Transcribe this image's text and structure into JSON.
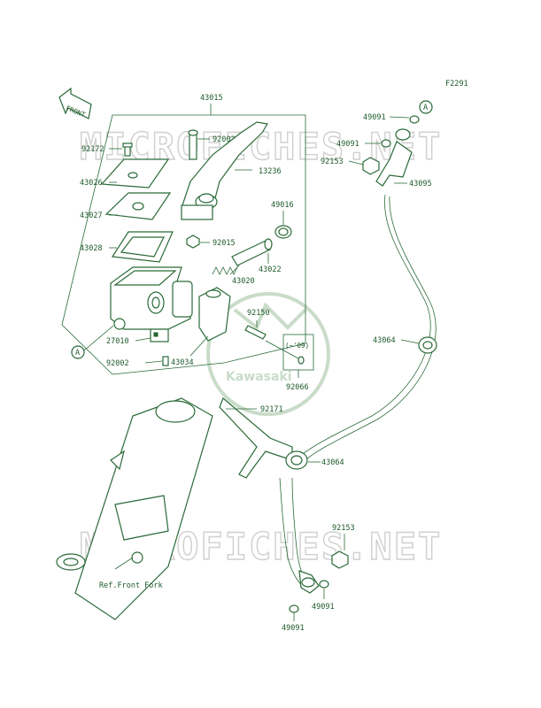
{
  "diagram": {
    "figure_code": "F2291",
    "front_arrow": "FRONT",
    "ref_label": "Ref.Front Fork",
    "model_note": "(~'09)",
    "callout_a": "A",
    "watermark": "MICROFICHES.NET",
    "logo_text": "Kawasaki",
    "parts": {
      "p43015": "43015",
      "p92002A": "92002A",
      "p92172": "92172",
      "p13236": "13236",
      "p43026": "43026",
      "p43027": "43027",
      "p49016": "49016",
      "p92015": "92015",
      "p43028": "43028",
      "p43022": "43022",
      "p43020": "43020",
      "p92150": "92150",
      "p27010": "27010",
      "p92002": "92002",
      "p43034": "43034",
      "p92066": "92066",
      "p92171": "92171",
      "p43064a": "43064",
      "p43064b": "43064",
      "p49091a": "49091",
      "p49091b": "49091",
      "p92153a": "92153",
      "p43095": "43095",
      "p92153b": "92153",
      "p49091c": "49091",
      "p49091d": "49091"
    }
  }
}
